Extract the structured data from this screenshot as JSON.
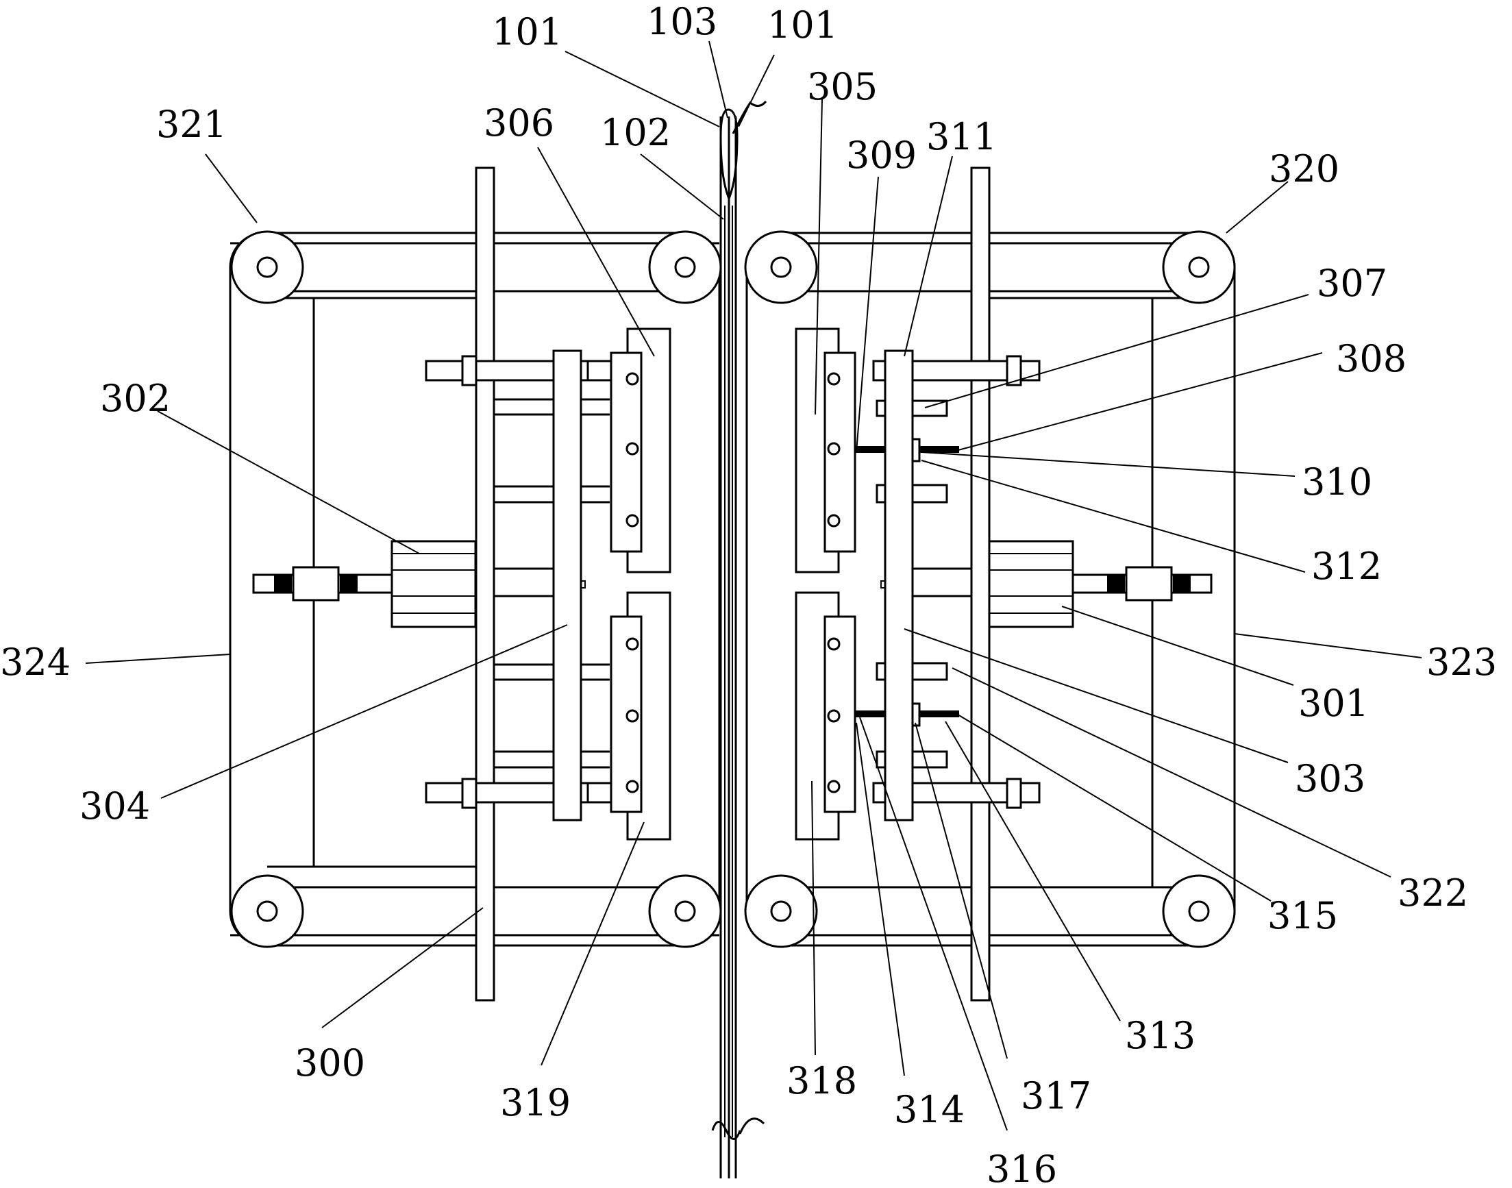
{
  "labels": {
    "l101a": "101",
    "l103": "103",
    "l101b": "101",
    "l305": "305",
    "l321": "321",
    "l306": "306",
    "l102": "102",
    "l309": "309",
    "l311": "311",
    "l320": "320",
    "l307": "307",
    "l308": "308",
    "l302": "302",
    "l310": "310",
    "l312": "312",
    "l324": "324",
    "l323": "323",
    "l301": "301",
    "l304": "304",
    "l303": "303",
    "l322": "322",
    "l315": "315",
    "l300": "300",
    "l313": "313",
    "l319": "319",
    "l318": "318",
    "l314": "314",
    "l317": "317",
    "l316": "316"
  }
}
